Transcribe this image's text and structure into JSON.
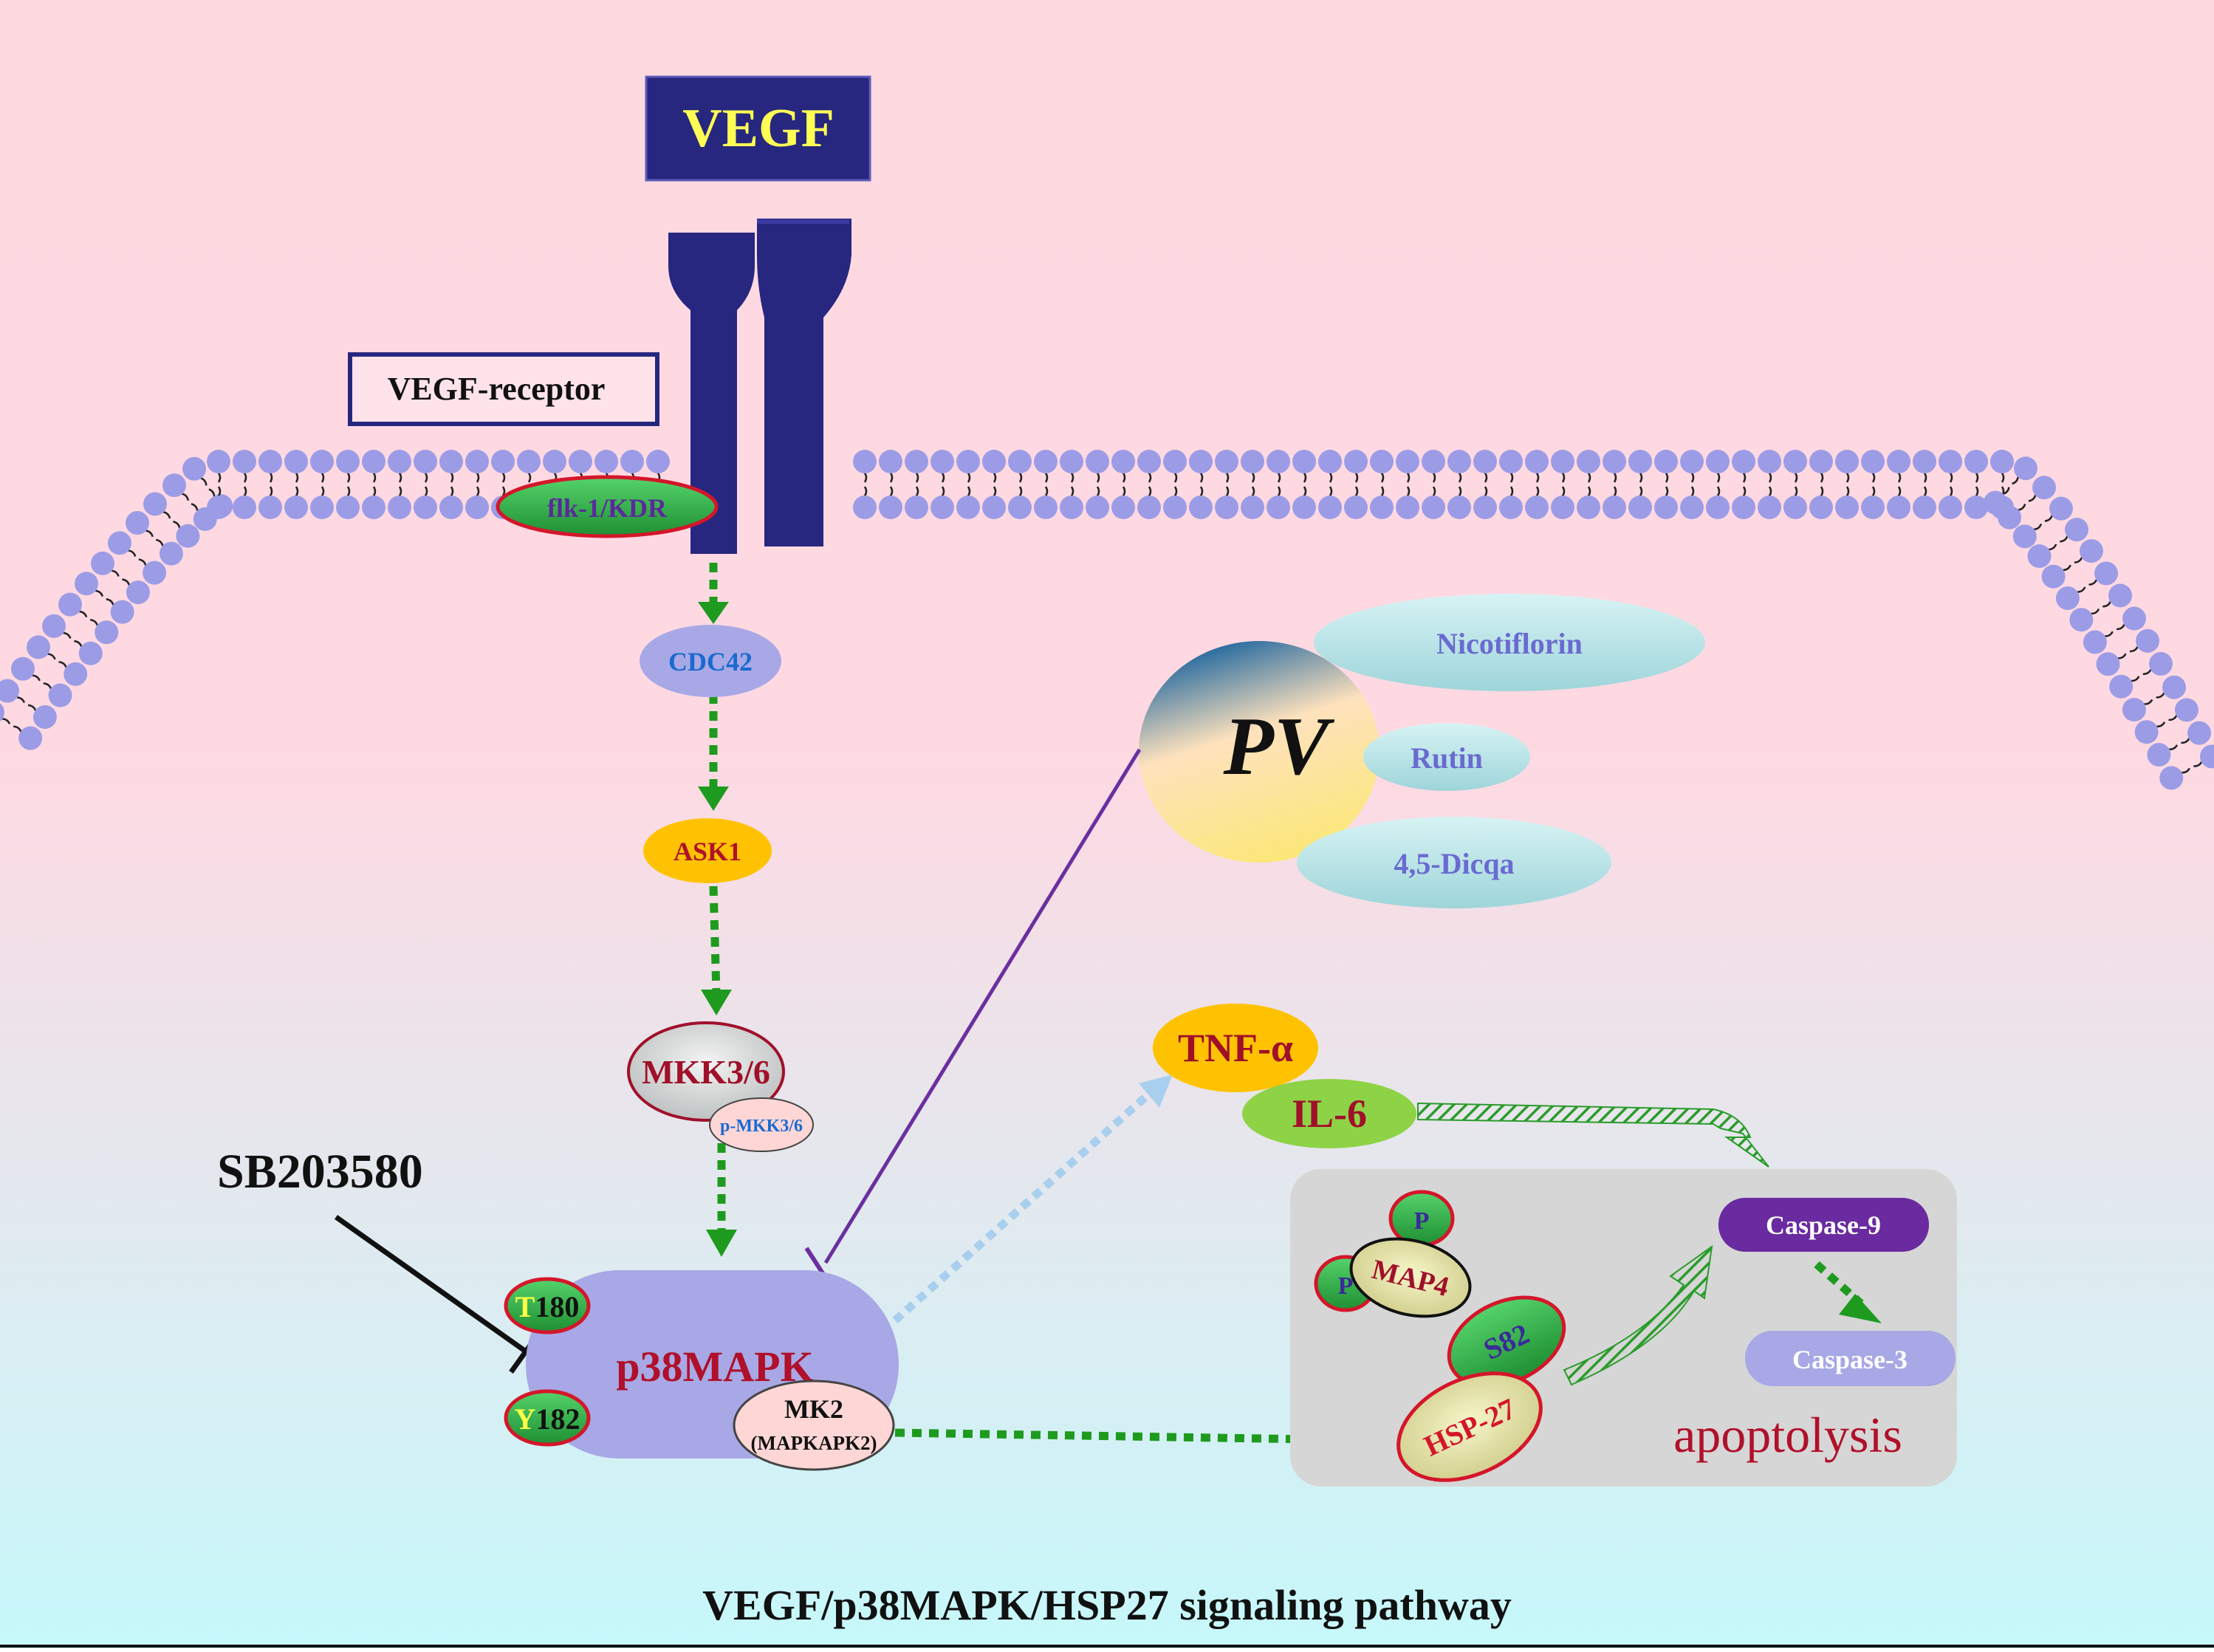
{
  "ligand": {
    "label": "VEGF"
  },
  "receptor": {
    "label": "VEGF-receptor",
    "subunit": "flk-1/KDR"
  },
  "cascade": {
    "cdc42": "CDC42",
    "ask1": "ASK1",
    "mkk": "MKK3/6",
    "p_mkk": "p-MKK3/6",
    "p38": "p38MAPK",
    "t_site_letter": "T",
    "t_site_num": "180",
    "y_site_letter": "Y",
    "y_site_num": "182",
    "mk2": "MK2",
    "mk2_full": "(MAPKAPK2)"
  },
  "inhibitor": {
    "label": "SB203580"
  },
  "pv": {
    "label": "PV",
    "compounds": [
      "Nicotiflorin",
      "Rutin",
      "4,5-Dicqa"
    ]
  },
  "cytokines": {
    "tnf": "TNF-α",
    "il6": "IL-6"
  },
  "apoptosis": {
    "phospho_a": "P",
    "phospho_b": "P",
    "map4": "MAP4",
    "s82": "S82",
    "hsp27": "HSP-27",
    "casp9": "Caspase-9",
    "casp3": "Caspase-3",
    "label": "apoptolysis"
  },
  "caption": "VEGF/p38MAPK/HSP27 signaling pathway",
  "colors": {
    "bg_top": "#ffd9e0",
    "bg_bottom": "#c8f8fa",
    "navy": "#27277f",
    "lipid_head": "#9c9ce6",
    "green_arrow": "#1e9b1e",
    "light_arrow": "#a9cfee",
    "dark_red": "#a0102a",
    "purple_line": "#6a2fa0"
  }
}
